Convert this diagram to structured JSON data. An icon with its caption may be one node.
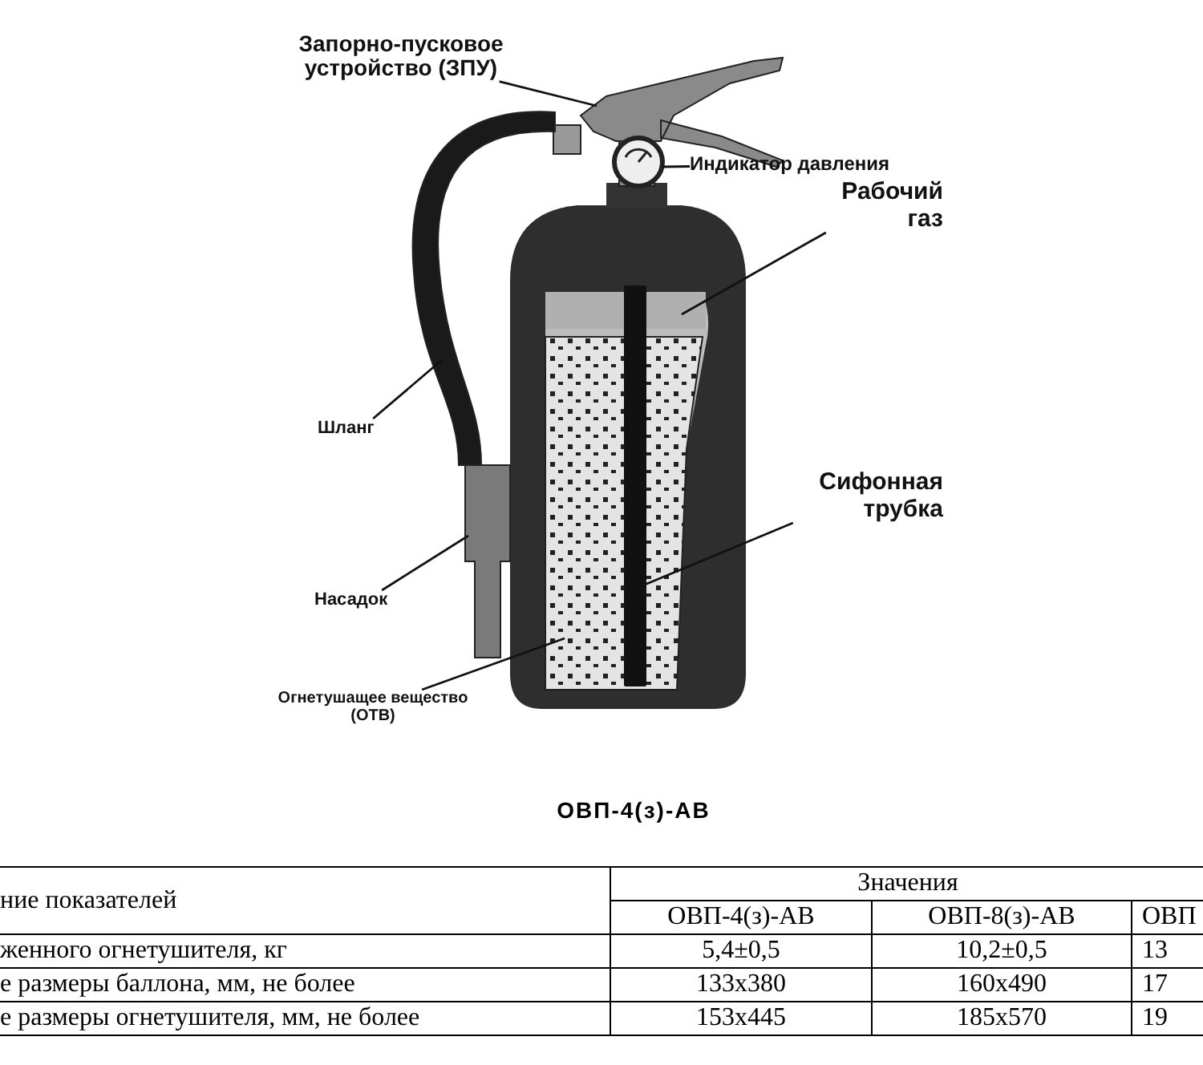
{
  "diagram": {
    "caption": "ОВП-4(з)-АВ",
    "nodes": [
      {
        "text": [
          "Запорно-пусковое устройство (ЗПУ)"
        ]
      },
      {
        "text": [
          "Индикатор давления"
        ]
      },
      {
        "text": [
          "Рабочий газ"
        ]
      },
      {
        "text": [
          "Шланг"
        ]
      },
      {
        "text": [
          "Насадок"
        ]
      },
      {
        "text": [
          "Сифонная трубка"
        ]
      },
      {
        "text": [
          "Огнетушащее вещество (ОТВ)"
        ]
      },
      {
        "text": [],
        "shape": "picture"
      },
      {
        "text": [],
        "shape": "circle"
      },
      {
        "text": [],
        "shape": "box"
      },
      {
        "text": [],
        "shape": "picture"
      },
      {
        "text": [],
        "shape": "picture"
      },
      {
        "text": [],
        "shape": "bar"
      },
      {
        "text": [],
        "shape": "picture"
      }
    ],
    "edges": [
      {
        "from": 0,
        "to": 7,
        "arrow": "none"
      },
      {
        "from": 1,
        "to": 8,
        "arrow": "none"
      },
      {
        "from": 2,
        "to": 9,
        "arrow": "none"
      },
      {
        "from": 3,
        "to": 10,
        "arrow": "none"
      },
      {
        "from": 4,
        "to": 11,
        "arrow": "none"
      },
      {
        "from": 5,
        "to": 12,
        "arrow": "none"
      },
      {
        "from": 6,
        "to": 13,
        "arrow": "none"
      }
    ],
    "labels": [
      "ние показателей",
      "Значения",
      "ОВП-4(з)-АВ",
      "ОВП-8(з)-АВ",
      "ОВП",
      "женного огнетушителя, кг",
      "5,4±0,5",
      "10,2±0,5",
      "13",
      "е размеры баллона, мм, не более",
      "133x380",
      "160x490",
      "17",
      "е размеры огнетушителя, мм, не более",
      "153x445",
      "185x570",
      "19"
    ]
  }
}
